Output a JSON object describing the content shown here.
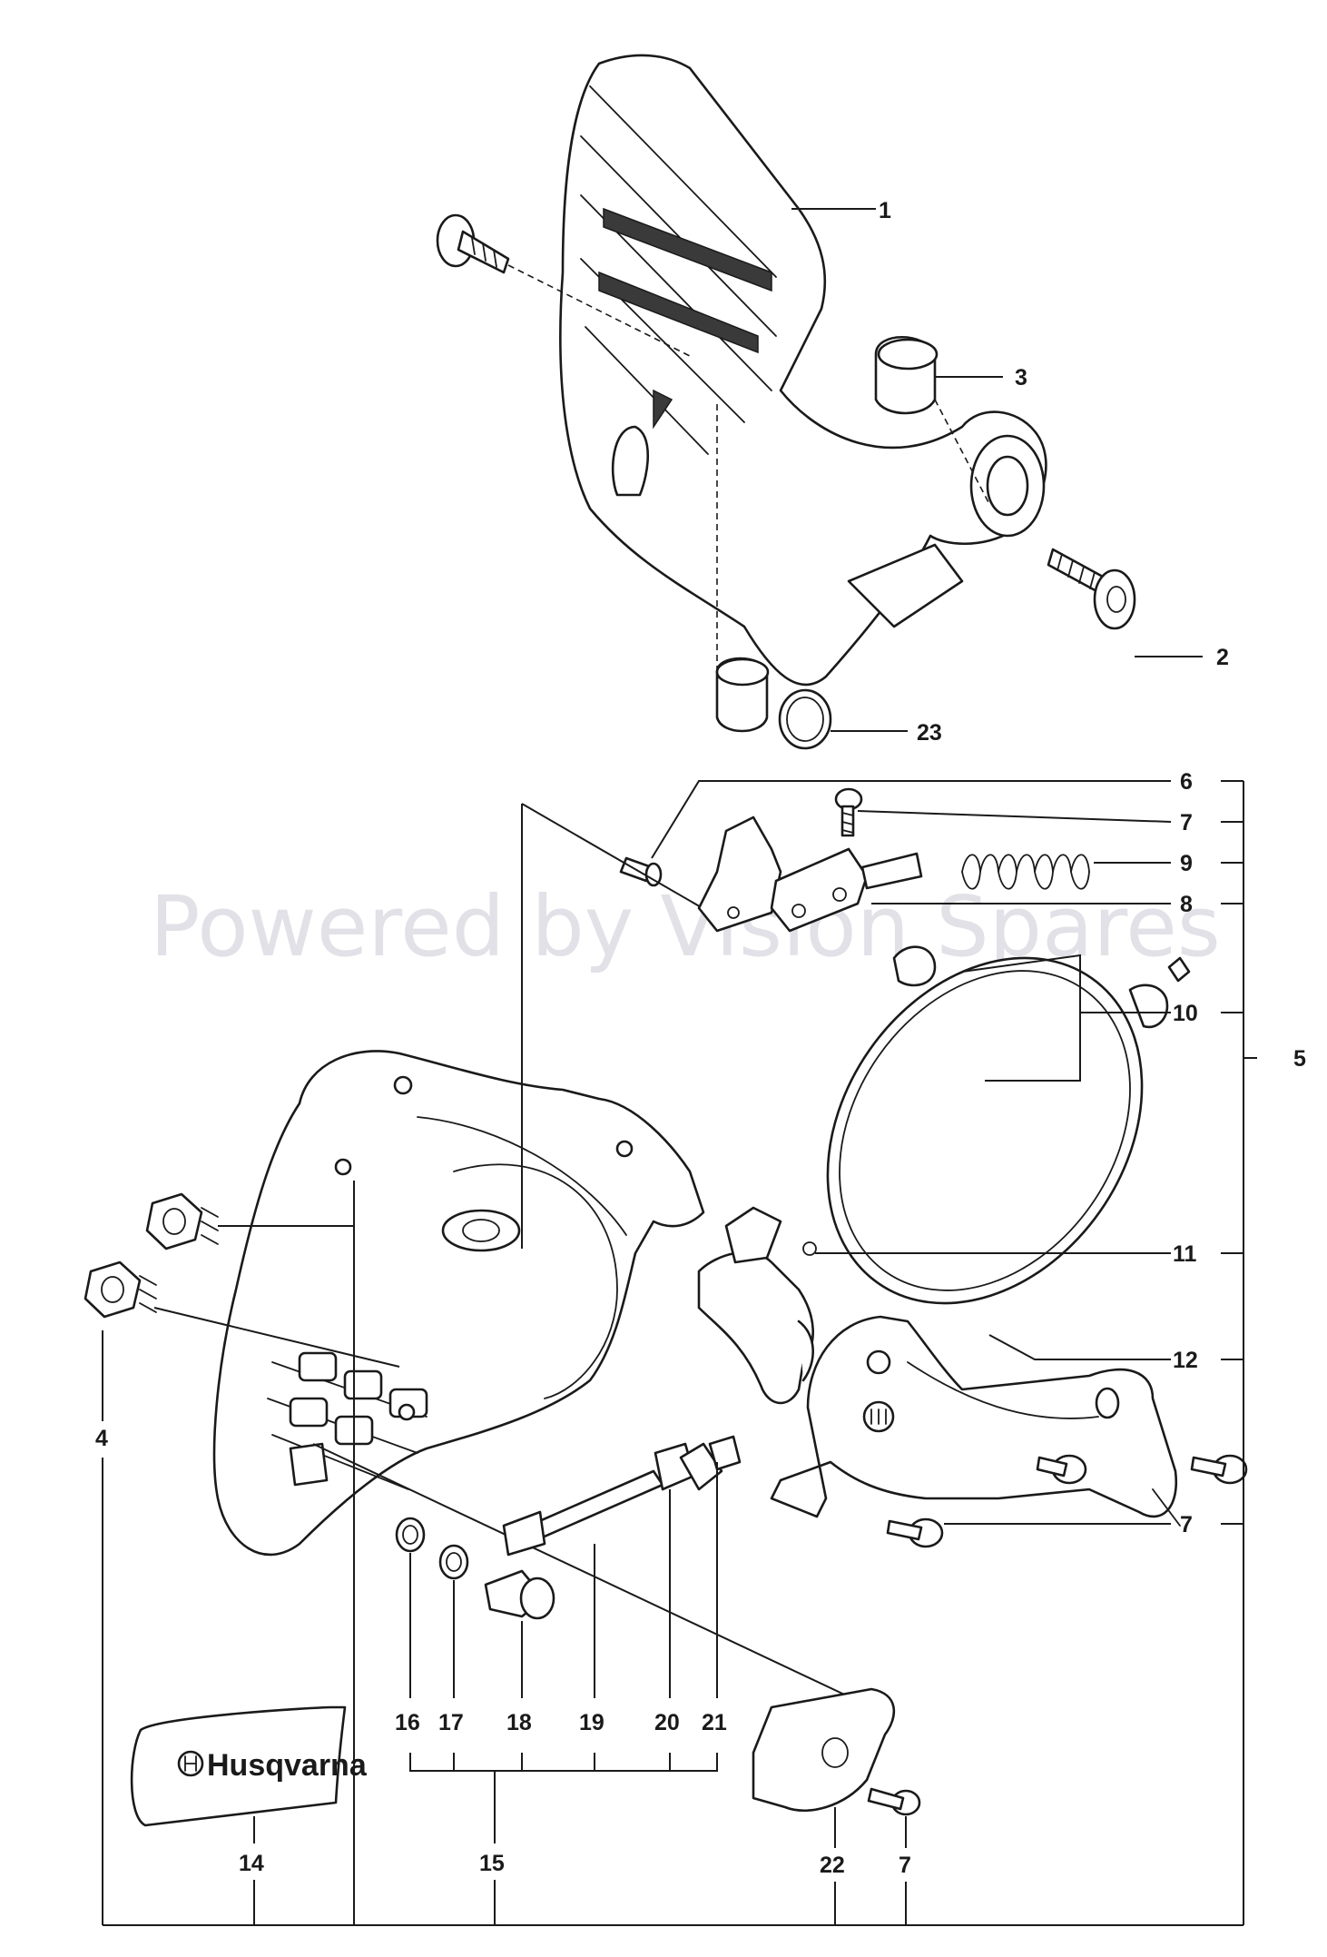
{
  "watermark": "Powered by Vision Spares",
  "brand_decal": "Husqvarna",
  "callouts": {
    "c1": "1",
    "c2": "2",
    "c3": "3",
    "c23": "23",
    "c6": "6",
    "c7a": "7",
    "c9": "9",
    "c8": "8",
    "c10": "10",
    "c5": "5",
    "c11": "11",
    "c12": "12",
    "c4": "4",
    "c7b": "7",
    "c16": "16",
    "c17": "17",
    "c18": "18",
    "c19": "19",
    "c20": "20",
    "c21": "21",
    "c15": "15",
    "c14": "14",
    "c22": "22",
    "c7c": "7"
  }
}
